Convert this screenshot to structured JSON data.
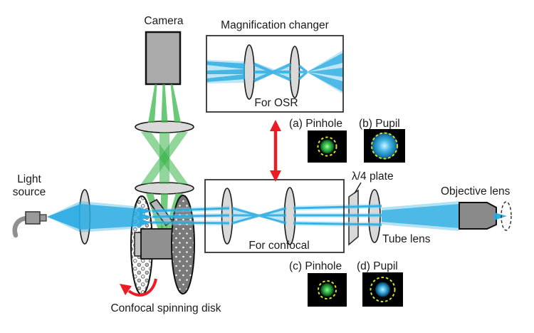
{
  "figure": "Confocal spinning disk optical system schematic",
  "labels": {
    "camera": "Camera",
    "magnification_changer": "Magnification changer",
    "for_osr": "For OSR",
    "light_source_line1": "Light",
    "light_source_line2": "source",
    "quarter_wave_plate": "λ/4 plate",
    "tube_lens": "Tube lens",
    "objective_lens": "Objective lens",
    "for_confocal": "For confocal",
    "confocal_spinning_disk": "Confocal spinning disk"
  },
  "panels": [
    {
      "id": "a",
      "label": "(a) Pinhole",
      "spot_color": "green",
      "spot_r": 10,
      "ring_r": 13
    },
    {
      "id": "b",
      "label": "(b) Pupil",
      "spot_color": "blue",
      "spot_r": 19,
      "ring_r": 18
    },
    {
      "id": "c",
      "label": "(c) Pinhole",
      "spot_color": "green",
      "spot_r": 9.5,
      "ring_r": 12.5
    },
    {
      "id": "d",
      "label": "(d) Pupil",
      "spot_color": "blue",
      "spot_r": 10.5,
      "ring_r": 17
    }
  ],
  "colors": {
    "beam_blue": "#29ABE2",
    "beam_green": "#39B54A",
    "accent_red": "#ED1C24",
    "lens_gray": "#D9D9D9",
    "body_gray": "#8C8C8C",
    "dashed_ring_yellow": "#D9E021",
    "panel_background": "#000000"
  }
}
